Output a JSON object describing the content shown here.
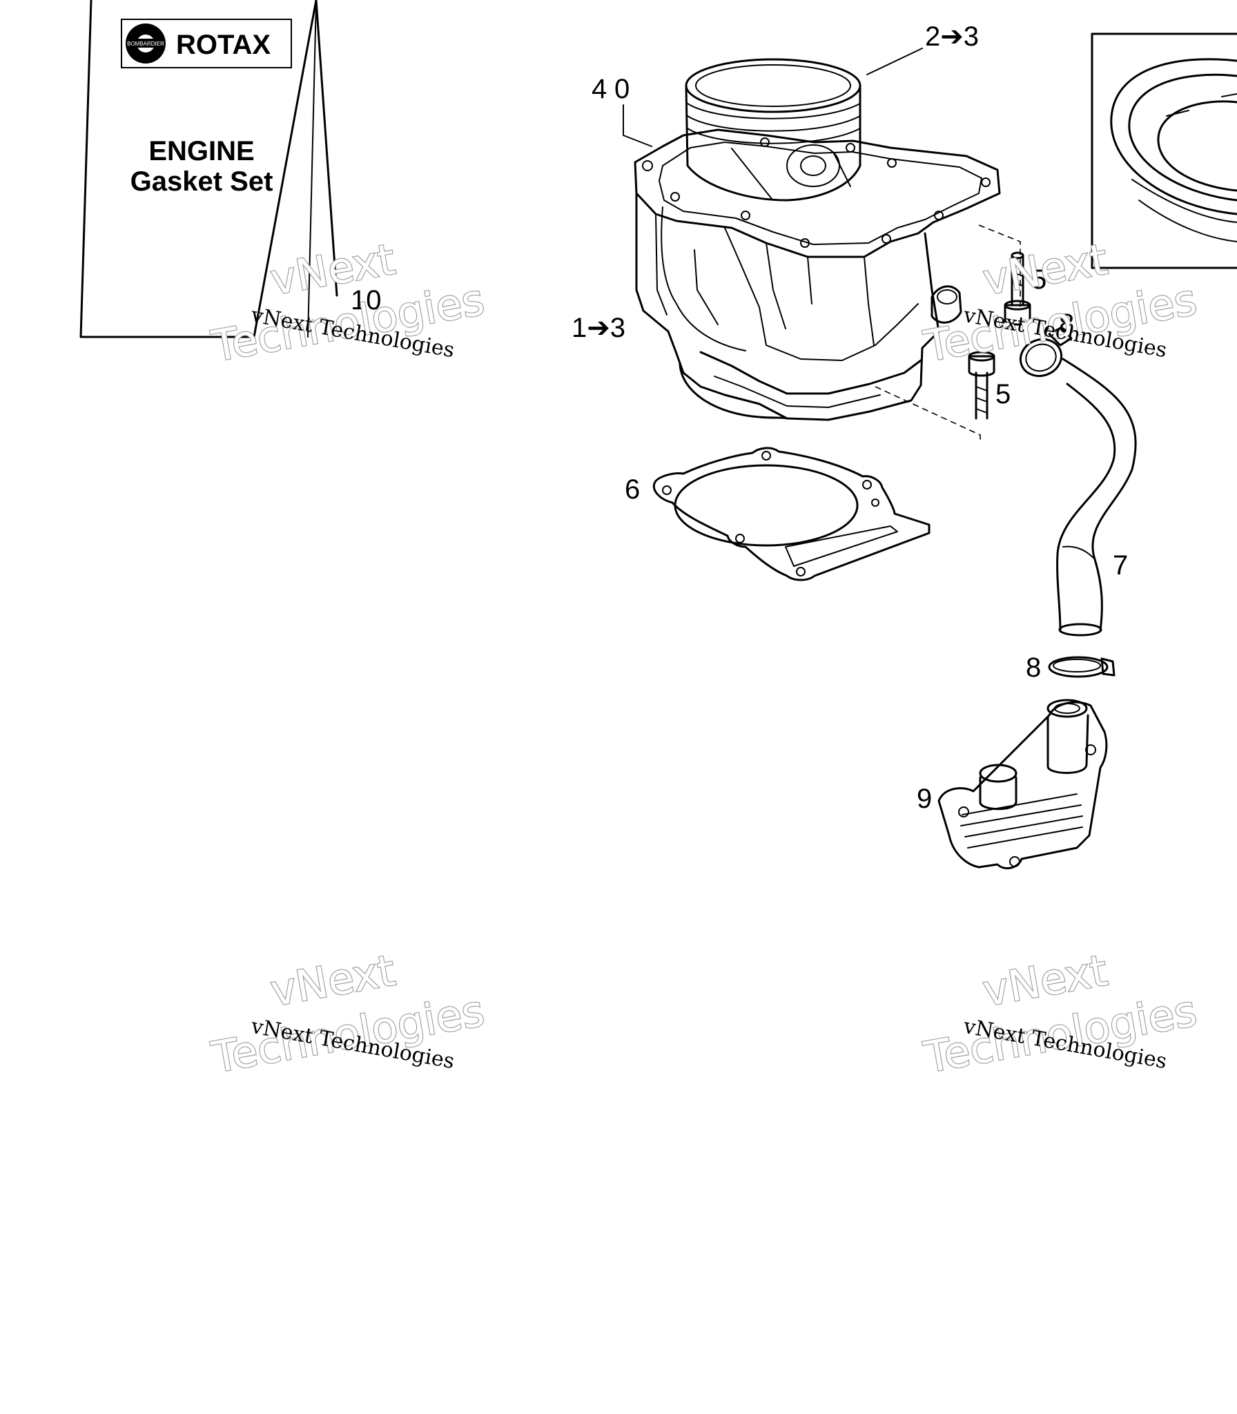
{
  "kit_box": {
    "brand": "ROTAX",
    "brand_small": "BOMBARDIER",
    "title_line1": "ENGINE",
    "title_line2": "Gasket Set"
  },
  "callouts": {
    "c10": "10",
    "c4": "4",
    "c1_3": "1➔3",
    "c2_3": "2➔3",
    "c5a": "5",
    "c5b": "5",
    "c6": "6",
    "c7": "7",
    "c8a": "8",
    "c8b": "8",
    "c9": "9"
  },
  "watermark": {
    "line_small": "vNext Technologies",
    "line_top": "vNext",
    "line_bottom": "Technologies"
  }
}
